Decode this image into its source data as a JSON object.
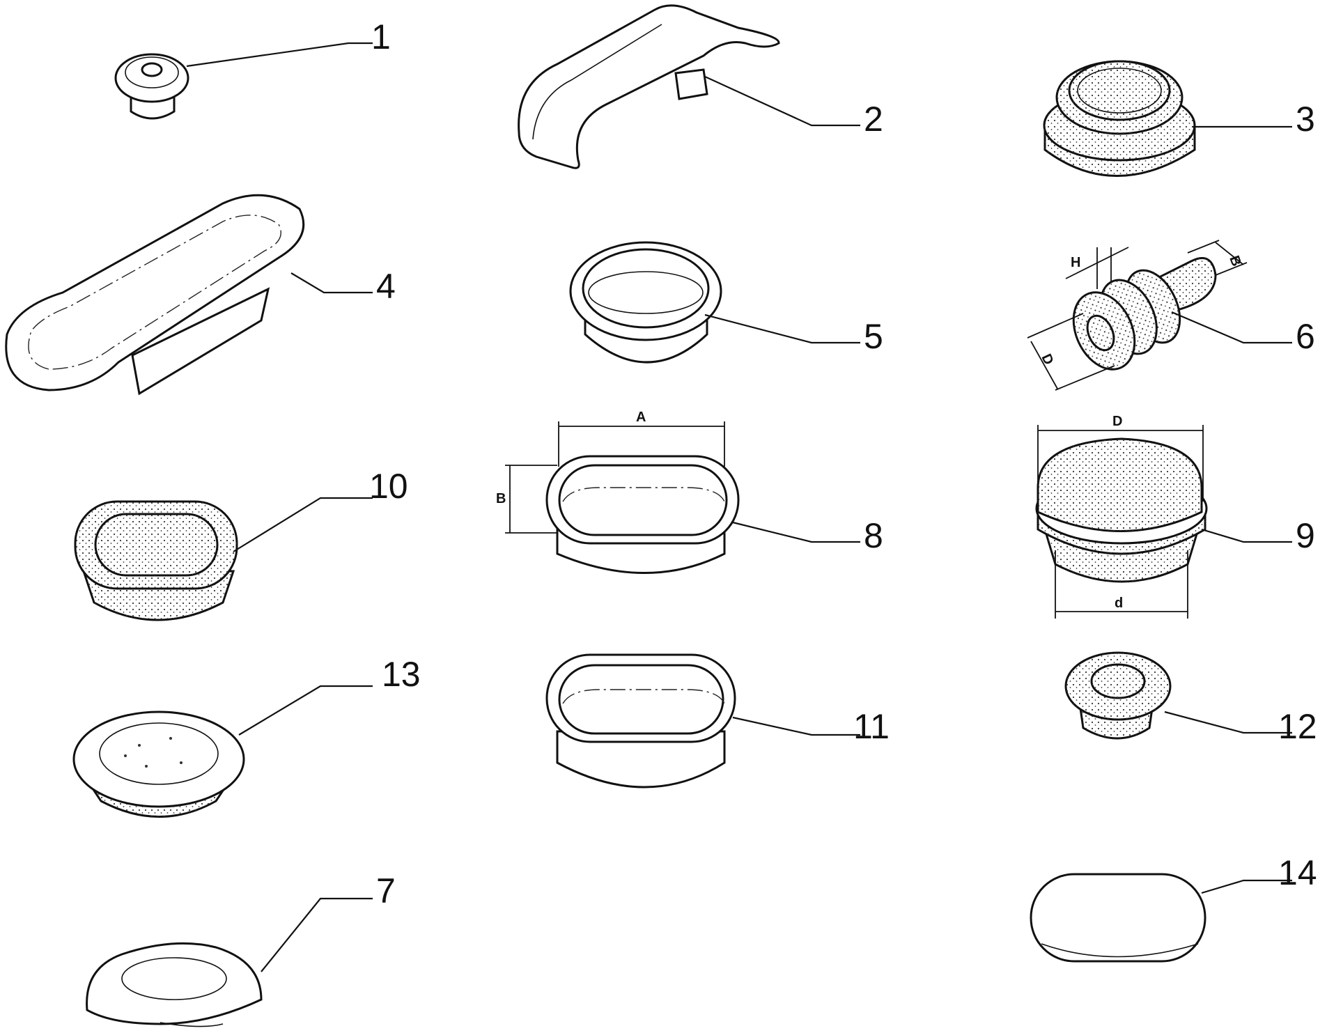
{
  "callouts": [
    "1",
    "2",
    "3",
    "4",
    "5",
    "6",
    "7",
    "8",
    "9",
    "10",
    "11",
    "12",
    "13",
    "14"
  ],
  "dimensions": {
    "part6": {
      "h": "H",
      "b": "B",
      "d": "D"
    },
    "part8": {
      "a": "A",
      "b": "B"
    },
    "part9": {
      "d_top": "D",
      "d_bottom": "d"
    }
  },
  "colors": {
    "line": "#111111",
    "background": "#ffffff",
    "stipple": "#333333"
  }
}
